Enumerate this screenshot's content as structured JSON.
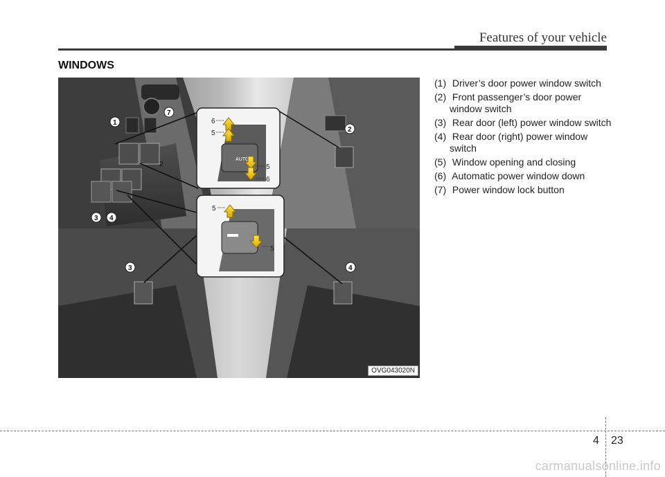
{
  "header": {
    "title": "Features of your vehicle"
  },
  "section": {
    "title": "WINDOWS"
  },
  "figure": {
    "code": "OVG043020N",
    "callouts": {
      "c1": "1",
      "c2a": "2",
      "c2b": "2",
      "c3a": "3",
      "c3b": "3",
      "c4a": "4",
      "c4b": "4",
      "c7": "7",
      "d6a": "6",
      "d5a": "5",
      "d5b": "5",
      "d6b": "6",
      "d5c": "5",
      "d5d": "5"
    },
    "switch_label": "AUTO"
  },
  "legend": [
    {
      "num": "(1)",
      "text": "Driver’s door power window switch"
    },
    {
      "num": "(2)",
      "text": "Front passenger’s door power window switch"
    },
    {
      "num": "(3)",
      "text": "Rear door (left) power window switch"
    },
    {
      "num": "(4)",
      "text": "Rear door (right) power window switch"
    },
    {
      "num": "(5)",
      "text": "Window opening and closing"
    },
    {
      "num": "(6)",
      "text": "Automatic power window down"
    },
    {
      "num": "(7)",
      "text": "Power window lock button"
    }
  ],
  "footer": {
    "chapter": "4",
    "page": "23"
  },
  "watermark": "carmanualsonline.info"
}
